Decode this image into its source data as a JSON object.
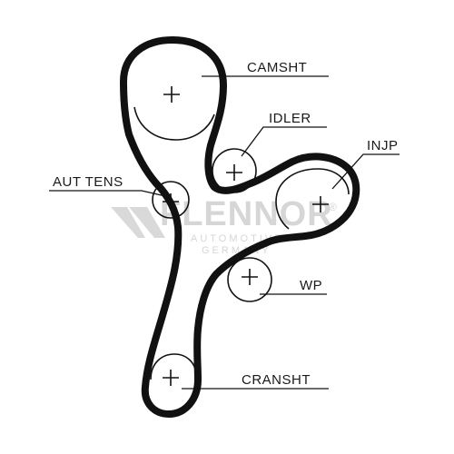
{
  "diagram": {
    "labels": {
      "camshaft": "CAMSHT",
      "idler": "IDLER",
      "injection_pump": "INJP",
      "auto_tensioner": "AUT TENS",
      "water_pump": "WP",
      "crankshaft": "CRANSHT"
    },
    "watermark": {
      "brand": "FLENNOR",
      "registered": "®",
      "line1": "AUTOMOTIVE",
      "line2": "GERMANY"
    },
    "colors": {
      "belt": "#111111",
      "pulley": "#111111",
      "watermark": "#d6d6d6"
    }
  }
}
